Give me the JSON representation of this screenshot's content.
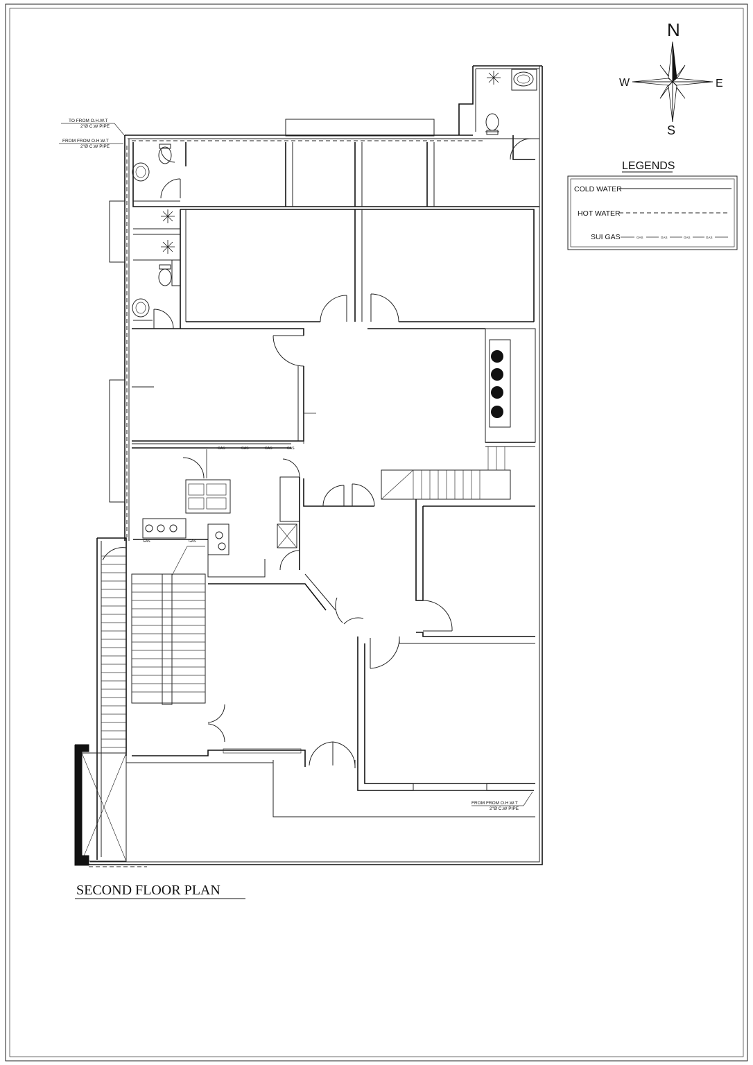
{
  "drawing": {
    "title": "SECOND FLOOR PLAN"
  },
  "compass": {
    "north": "N",
    "south": "S",
    "east": "E",
    "west": "W"
  },
  "legend": {
    "heading": "LEGENDS",
    "items": [
      {
        "label": "COLD WATER",
        "line": "solid"
      },
      {
        "label": "HOT WATER",
        "line": "dashed"
      },
      {
        "label": "SUI GAS",
        "line": "gas",
        "marker": "GAS"
      }
    ]
  },
  "pipe_notes": {
    "top_note_1": "TO  FROM O.H.W.T",
    "top_note_1b": "2\"Ø C.W PIPE",
    "top_note_2": "FROM FROM O.H.W.T",
    "top_note_2b": "2\"Ø C.W PIPE",
    "bottom_note": "FROM FROM O.H.W.T",
    "bottom_note_b": "2\"Ø C.W PIPE"
  },
  "gas_labels": {
    "marker": "GAS"
  }
}
